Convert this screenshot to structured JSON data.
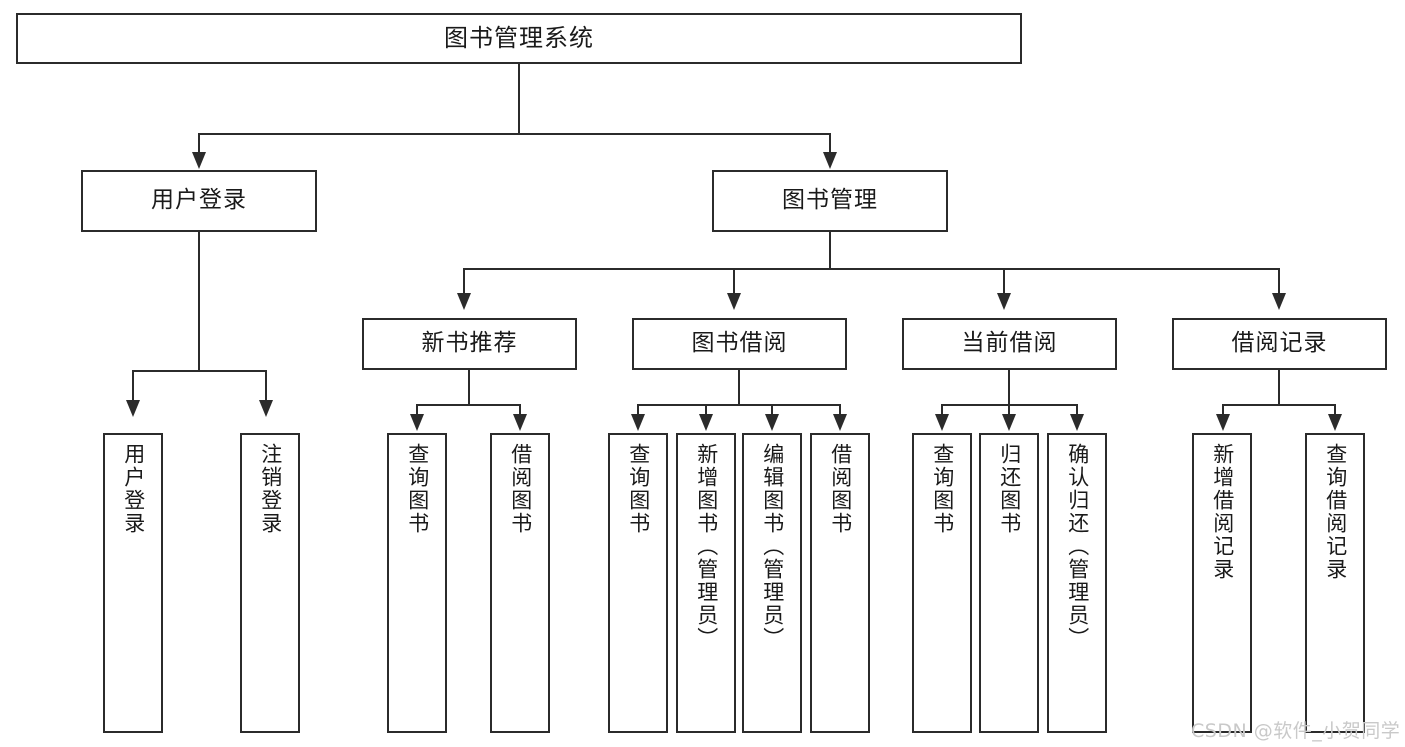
{
  "diagram": {
    "title": "图书管理系统",
    "type": "tree-hierarchy",
    "watermark": "CSDN @软件_小贺同学",
    "colors": {
      "stroke": "#2b2b2b",
      "fill": "#ffffff",
      "text": "#1a1a1a",
      "watermark": "#c9c9c9"
    },
    "root": {
      "label": "图书管理系统"
    },
    "level2": [
      {
        "id": "user-login",
        "label": "用户登录"
      },
      {
        "id": "book-manage",
        "label": "图书管理"
      }
    ],
    "level3": [
      {
        "id": "new-book-recommend",
        "label": "新书推荐"
      },
      {
        "id": "book-borrow",
        "label": "图书借阅"
      },
      {
        "id": "current-borrow",
        "label": "当前借阅"
      },
      {
        "id": "borrow-record",
        "label": "借阅记录"
      }
    ],
    "leaves": {
      "user_login": [
        {
          "id": "leaf-user-login",
          "label": "用户登录"
        },
        {
          "id": "leaf-logout-login",
          "label": "注销登录"
        }
      ],
      "new_book_recommend": [
        {
          "id": "leaf-query-book-1",
          "label": "查询图书"
        },
        {
          "id": "leaf-borrow-book-1",
          "label": "借阅图书"
        }
      ],
      "book_borrow": [
        {
          "id": "leaf-query-book-2",
          "label": "查询图书"
        },
        {
          "id": "leaf-add-book",
          "label": "新增图书（管理员）"
        },
        {
          "id": "leaf-edit-book",
          "label": "编辑图书（管理员）"
        },
        {
          "id": "leaf-borrow-book-2",
          "label": "借阅图书"
        }
      ],
      "current_borrow": [
        {
          "id": "leaf-query-book-3",
          "label": "查询图书"
        },
        {
          "id": "leaf-return-book",
          "label": "归还图书"
        },
        {
          "id": "leaf-confirm-return",
          "label": "确认归还（管理员）"
        }
      ],
      "borrow_record": [
        {
          "id": "leaf-add-record",
          "label": "新增借阅记录"
        },
        {
          "id": "leaf-query-record",
          "label": "查询借阅记录"
        }
      ]
    }
  }
}
